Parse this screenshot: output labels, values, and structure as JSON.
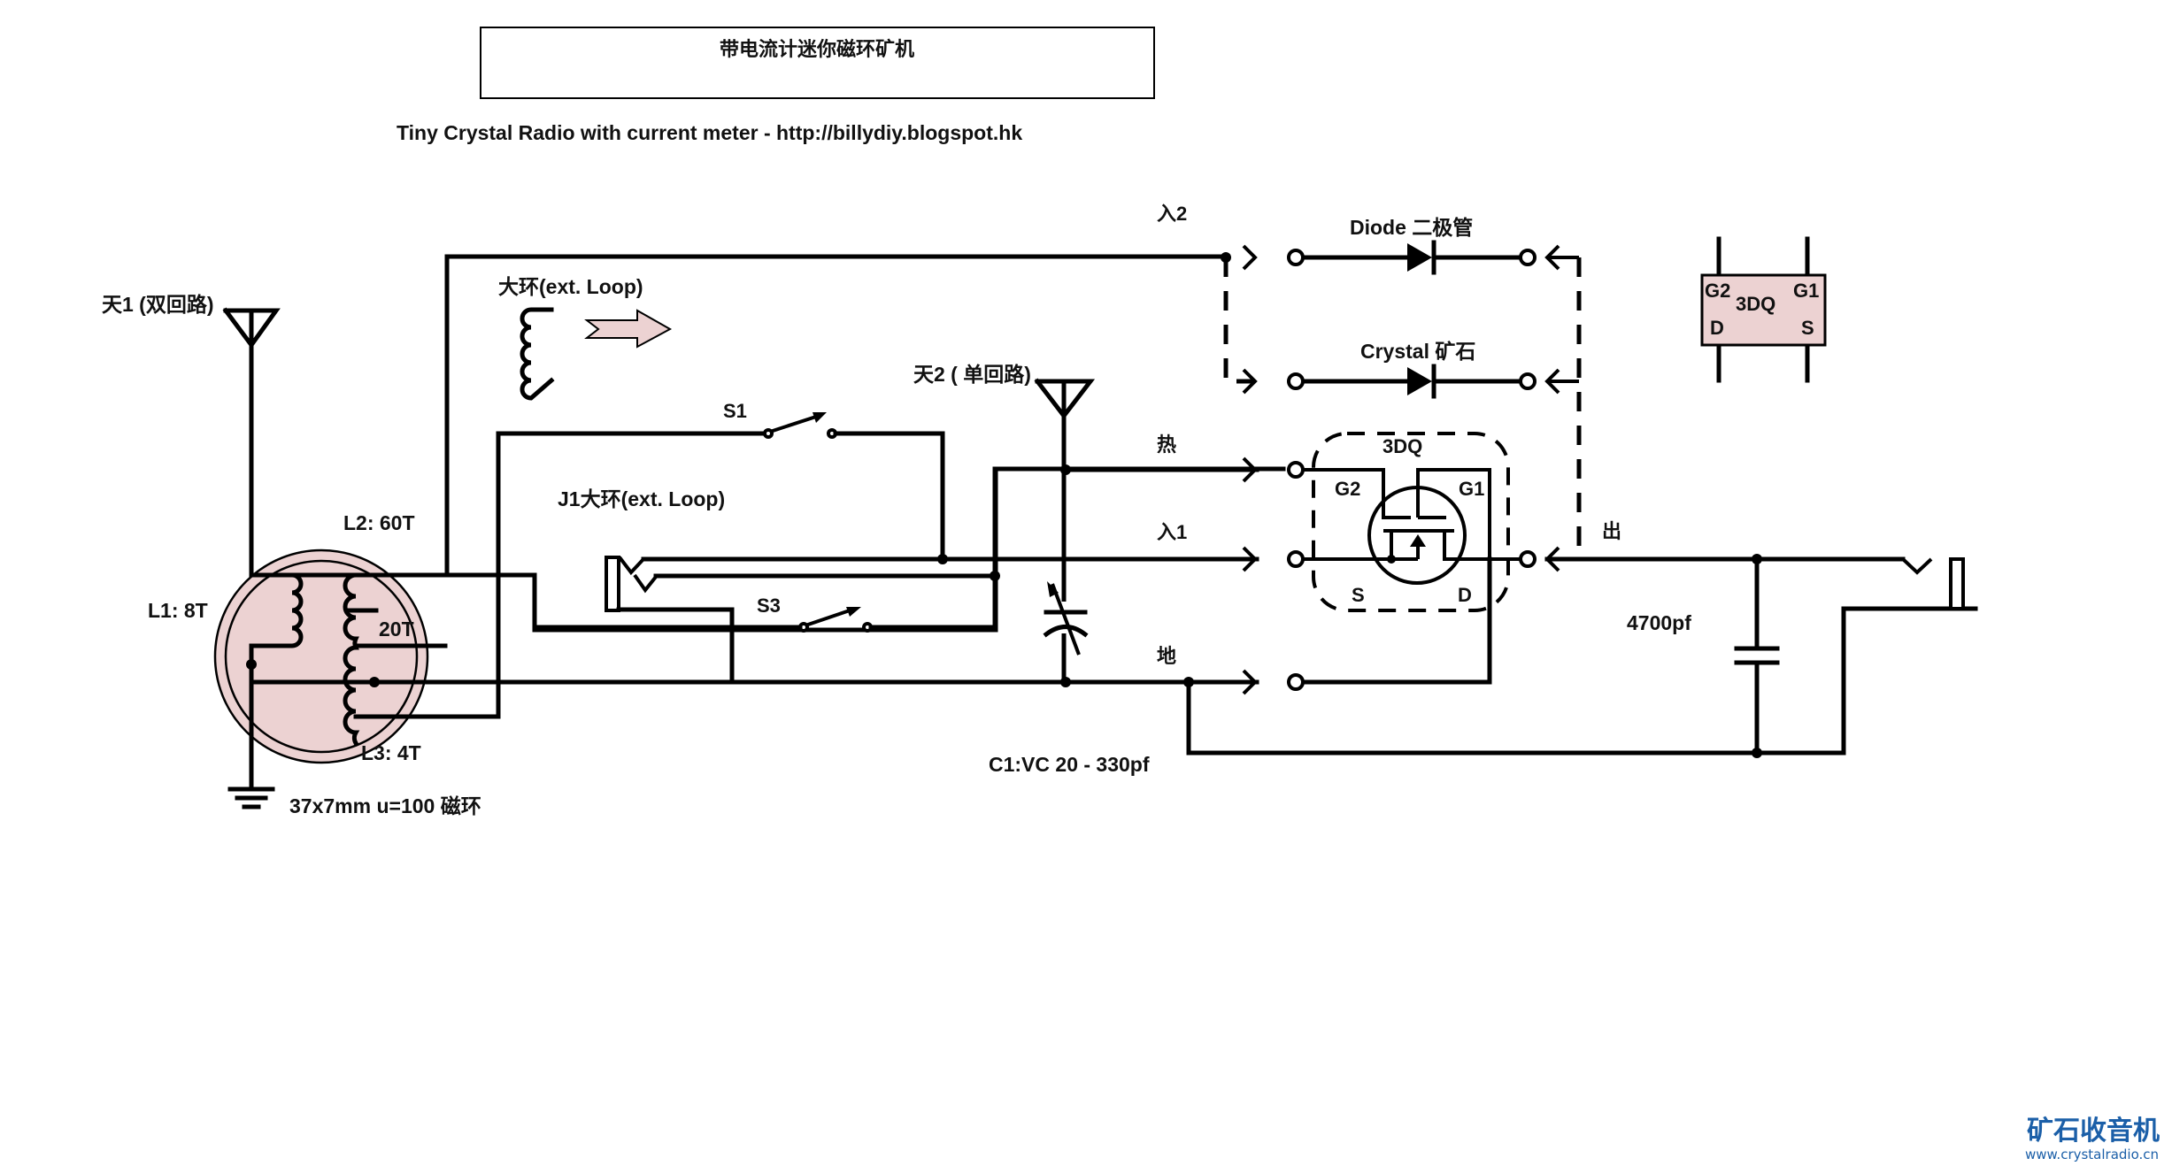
{
  "header": {
    "title_cn": "带电流计迷你磁环矿机",
    "subtitle": "Tiny Crystal Radio with current meter  - http://billydiy.blogspot.hk"
  },
  "antennas": {
    "ant1": "天1 (双回路)",
    "ant2": "天2 ( 单回路)"
  },
  "ext_loop": {
    "label": "大环(ext. Loop)",
    "jack_label": "J1大环(ext. Loop)"
  },
  "core": {
    "l1": "L1: 8T",
    "l2": "L2: 60T",
    "tap": "20T",
    "l3": "L3: 4T",
    "spec": "37x7mm u=100 磁环"
  },
  "switches": {
    "s1": "S1",
    "s3": "S3"
  },
  "tuning_cap": {
    "label": "C1:VC 20 - 330pf"
  },
  "ports": {
    "in2": "入2",
    "hot": "热",
    "in1": "入1",
    "ground": "地",
    "out": "出"
  },
  "detectors": {
    "diode": "Diode 二极管",
    "crystal": "Crystal 矿石"
  },
  "fet": {
    "name": "3DQ",
    "g1": "G1",
    "g2": "G2",
    "s": "S",
    "d": "D"
  },
  "pinout": {
    "name": "3DQ",
    "g1": "G1",
    "g2": "G2",
    "s": "S",
    "d": "D"
  },
  "output_cap": {
    "label": "4700pf"
  },
  "colors": {
    "core_fill": "#ecd2d2",
    "arrow_fill": "#ecd2d2",
    "logo_blue": "#1b5fa8"
  },
  "watermark": {
    "cn": "矿石收音机",
    "url": "www.crystalradio.cn"
  }
}
